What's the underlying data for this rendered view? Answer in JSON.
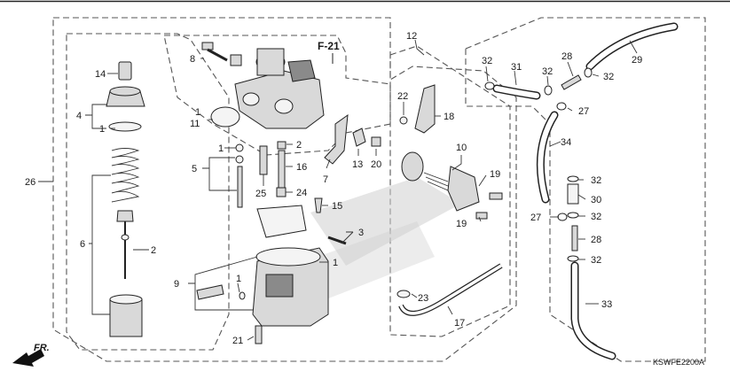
{
  "diagram_code": "KSWFE2200A",
  "section_ref": "F-21",
  "direction_label": "FR.",
  "callouts": {
    "c1a": "1",
    "c1b": "1",
    "c1c": "1",
    "c1d": "1",
    "c1e": "1",
    "c2a": "2",
    "c2b": "2",
    "c3": "3",
    "c4": "4",
    "c5": "5",
    "c6": "6",
    "c7": "7",
    "c8": "8",
    "c9": "9",
    "c10": "10",
    "c11": "11",
    "c12": "12",
    "c13": "13",
    "c14": "14",
    "c15": "15",
    "c16": "16",
    "c17": "17",
    "c18": "18",
    "c19a": "19",
    "c19b": "19",
    "c20": "20",
    "c21": "21",
    "c22": "22",
    "c23": "23",
    "c24": "24",
    "c25": "25",
    "c26": "26",
    "c27a": "27",
    "c27b": "27",
    "c28a": "28",
    "c28b": "28",
    "c29": "29",
    "c30": "30",
    "c31": "31",
    "c32a": "32",
    "c32b": "32",
    "c32c": "32",
    "c32d": "32",
    "c32e": "32",
    "c32f": "32",
    "c33": "33",
    "c34": "34"
  }
}
